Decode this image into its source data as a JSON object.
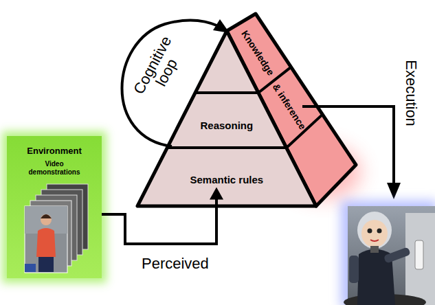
{
  "diagram": {
    "nodes": [
      {
        "text": [
          "Knowledge"
        ]
      },
      {
        "text": [
          "& inference"
        ]
      },
      {
        "text": [
          "Reasoning"
        ]
      },
      {
        "text": [
          "Semantic rules"
        ]
      },
      {
        "text": [
          "Environment",
          "Video demonstrations"
        ]
      }
    ],
    "edges": [
      {
        "from": 4,
        "to": 3,
        "label": "Perceived",
        "arrow": "to"
      }
    ],
    "labels": [
      "Cognitive loop",
      "Execution"
    ]
  }
}
